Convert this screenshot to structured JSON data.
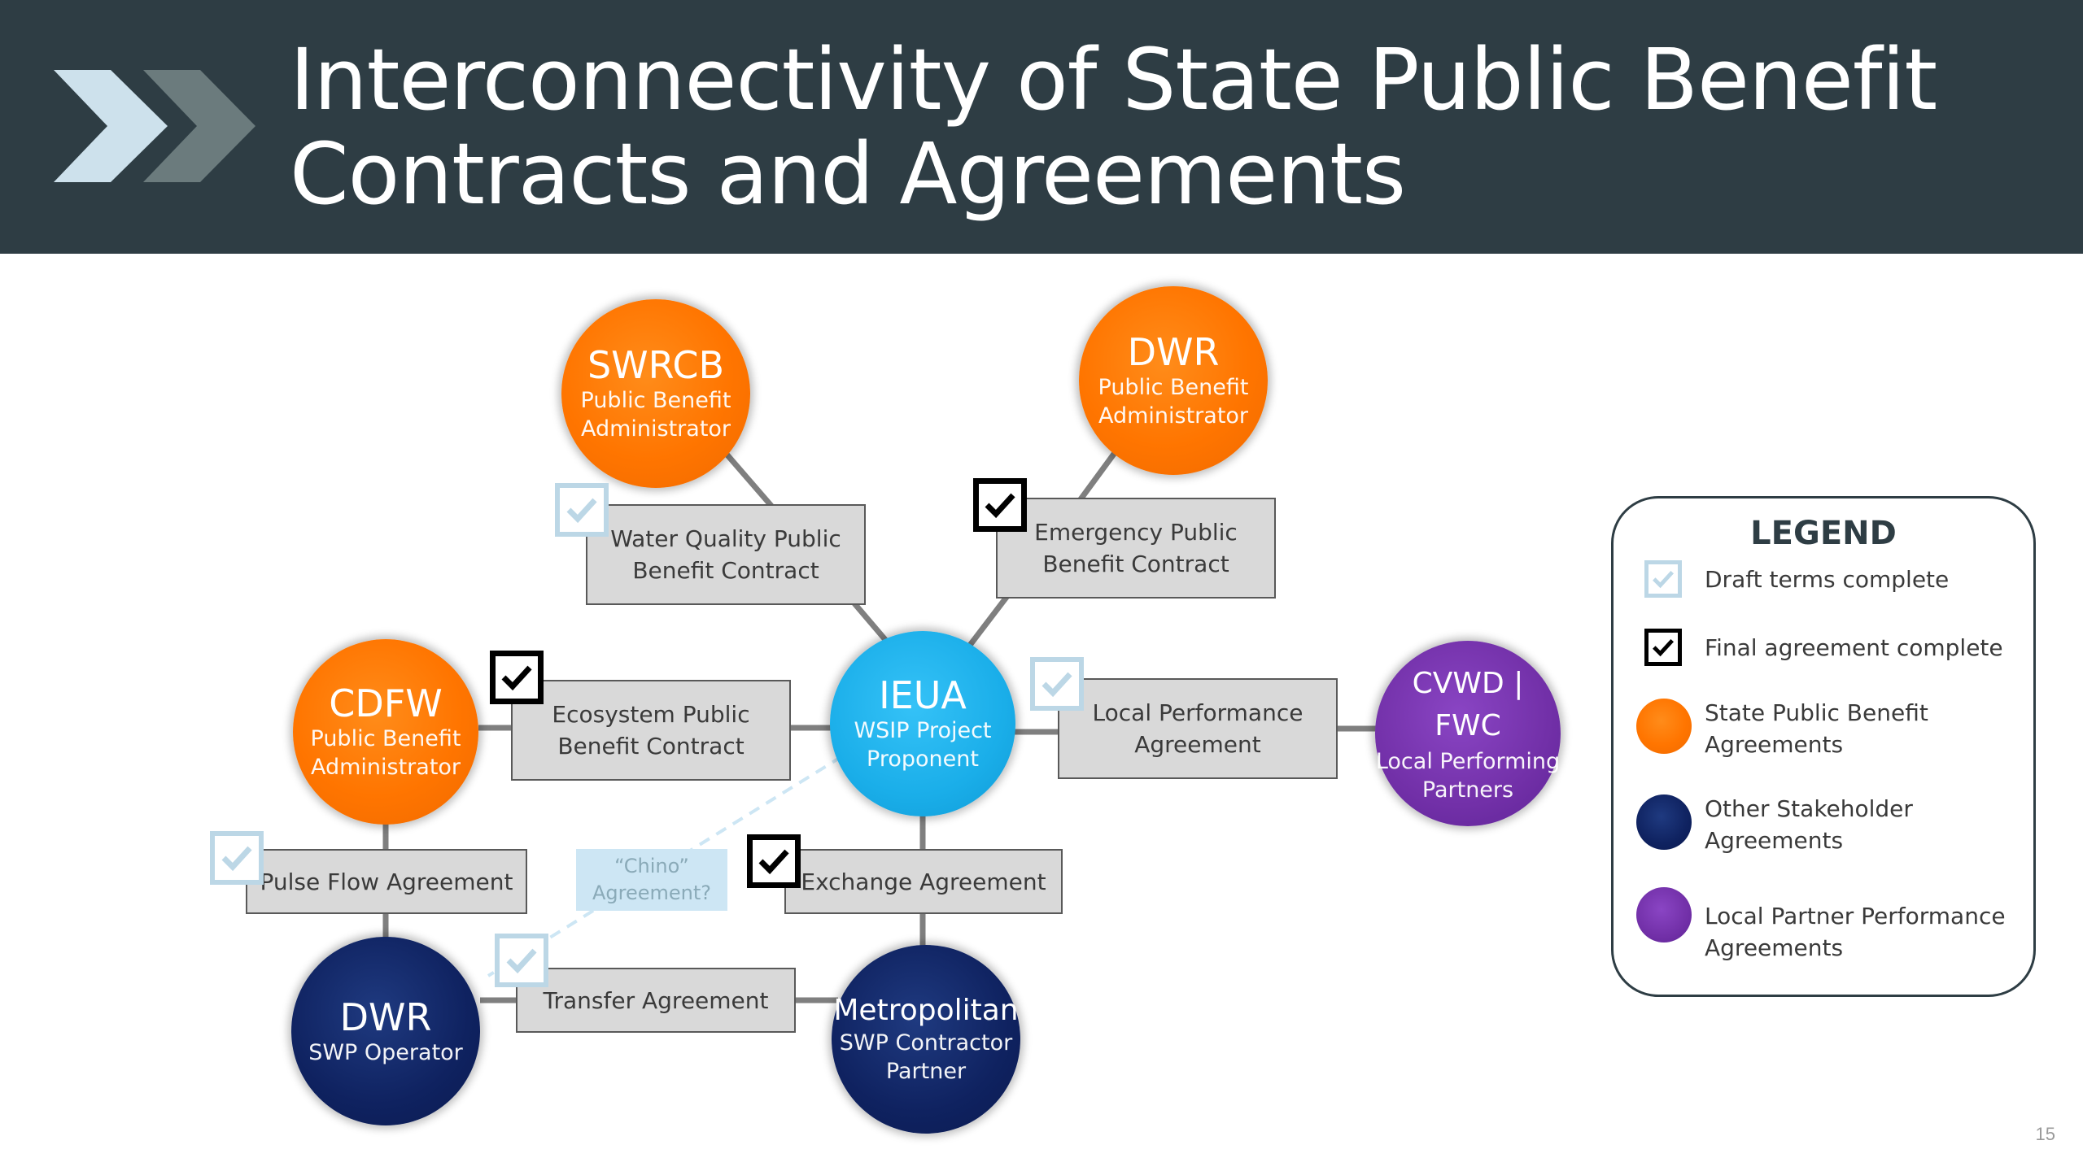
{
  "header": {
    "title_line1": "Interconnectivity of State Public Benefit",
    "title_line2": "Contracts and Agreements"
  },
  "nodes": {
    "swrcb": {
      "name": "SWRCB",
      "line1": "Public Benefit",
      "line2": "Administrator",
      "color": "orange"
    },
    "dwr_admin": {
      "name": "DWR",
      "line1": "Public Benefit",
      "line2": "Administrator",
      "color": "orange"
    },
    "cdfw": {
      "name": "CDFW",
      "line1": "Public Benefit",
      "line2": "Administrator",
      "color": "orange"
    },
    "ieua": {
      "name": "IEUA",
      "line1": "WSIP Project",
      "line2": "Proponent",
      "color": "light-blue"
    },
    "cvwd": {
      "name": "CVWD | FWC",
      "line1": "Local Performing",
      "line2": "Partners",
      "color": "purple"
    },
    "dwr_swp": {
      "name": "DWR",
      "line1": "SWP Operator",
      "color": "navy"
    },
    "metropolitan": {
      "name": "Metropolitan",
      "line1": "SWP Contractor",
      "line2": "Partner",
      "color": "navy"
    }
  },
  "agreements": {
    "water_quality": {
      "line1": "Water Quality Public",
      "line2": "Benefit Contract",
      "status": "draft"
    },
    "emergency": {
      "line1": "Emergency Public",
      "line2": "Benefit Contract",
      "status": "final"
    },
    "ecosystem": {
      "line1": "Ecosystem Public",
      "line2": "Benefit Contract",
      "status": "final"
    },
    "local_performance": {
      "line1": "Local Performance",
      "line2": "Agreement",
      "status": "draft"
    },
    "pulse_flow": {
      "label": "Pulse Flow Agreement",
      "status": "draft"
    },
    "exchange": {
      "label": "Exchange Agreement",
      "status": "final"
    },
    "transfer": {
      "label": "Transfer Agreement",
      "status": "draft"
    },
    "chino": {
      "line1": "“Chino”",
      "line2": "Agreement?"
    }
  },
  "legend": {
    "title": "LEGEND",
    "draft": "Draft terms complete",
    "final": "Final agreement complete",
    "state_line1": "State Public Benefit",
    "state_line2": "Agreements",
    "other_line1": "Other Stakeholder",
    "other_line2": "Agreements",
    "local_line1": "Local Partner Performance",
    "local_line2": "Agreements"
  },
  "colors": {
    "header_bg": "#2e3d44",
    "orange": "#ff7500",
    "navy": "#0f2260",
    "purple": "#7230a8",
    "light_blue": "#1aaee9",
    "draft_check": "#bcd7e6",
    "box_fill": "#d9d9d9"
  },
  "page_number": "15"
}
